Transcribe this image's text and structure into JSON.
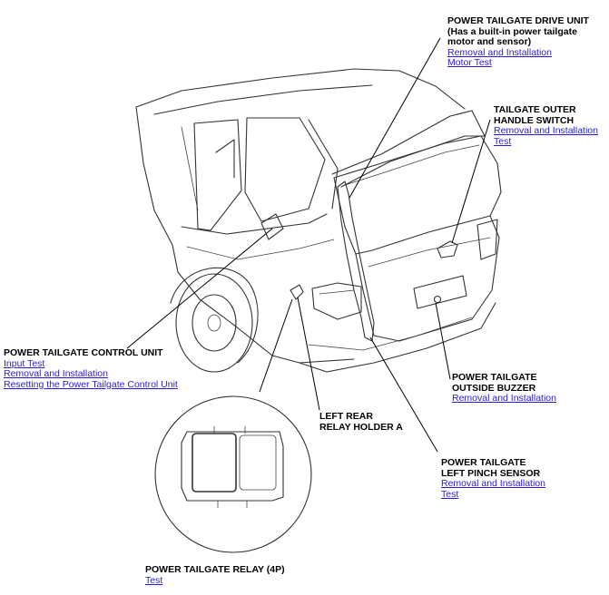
{
  "callouts": {
    "drive_unit": {
      "title": "POWER TAILGATE DRIVE UNIT\n(Has a built-in power tailgate\nmotor and sensor)",
      "links": [
        "Removal and Installation",
        "Motor Test"
      ]
    },
    "outer_handle_switch": {
      "title": "TAILGATE OUTER\nHANDLE SWITCH",
      "links": [
        "Removal and Installation",
        "Test"
      ]
    },
    "control_unit": {
      "title": "POWER TAILGATE CONTROL UNIT",
      "links": [
        "Input Test",
        "Removal and Installation",
        "Resetting the Power Tailgate Control Unit"
      ]
    },
    "outside_buzzer": {
      "title": "POWER TAILGATE\nOUTSIDE BUZZER",
      "links": [
        "Removal and Installation"
      ]
    },
    "relay_holder": {
      "title": "LEFT REAR\nRELAY HOLDER A",
      "links": []
    },
    "pinch_sensor": {
      "title": "POWER TAILGATE\nLEFT PINCH SENSOR",
      "links": [
        "Removal and Installation",
        "Test"
      ]
    },
    "relay": {
      "title": "POWER TAILGATE RELAY (4P)",
      "links": [
        "Test"
      ]
    }
  },
  "colors": {
    "link": "#2b1bd6",
    "line": "#333333"
  }
}
